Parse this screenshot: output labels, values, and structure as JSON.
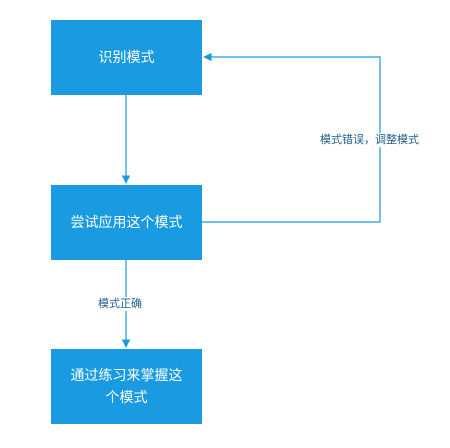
{
  "boxes": {
    "identify": "识别模式",
    "apply": "尝试应用这个模式",
    "master_line1": "通过练习来掌握这",
    "master_line2": "个模式"
  },
  "edges": {
    "wrong_label": "模式错误，调整模式",
    "right_label": "模式正确"
  },
  "colors": {
    "box_fill": "#1a9ae0",
    "box_text": "#ffffff",
    "arrow": "#1a9ae0",
    "label_text": "#1f5f8b"
  }
}
